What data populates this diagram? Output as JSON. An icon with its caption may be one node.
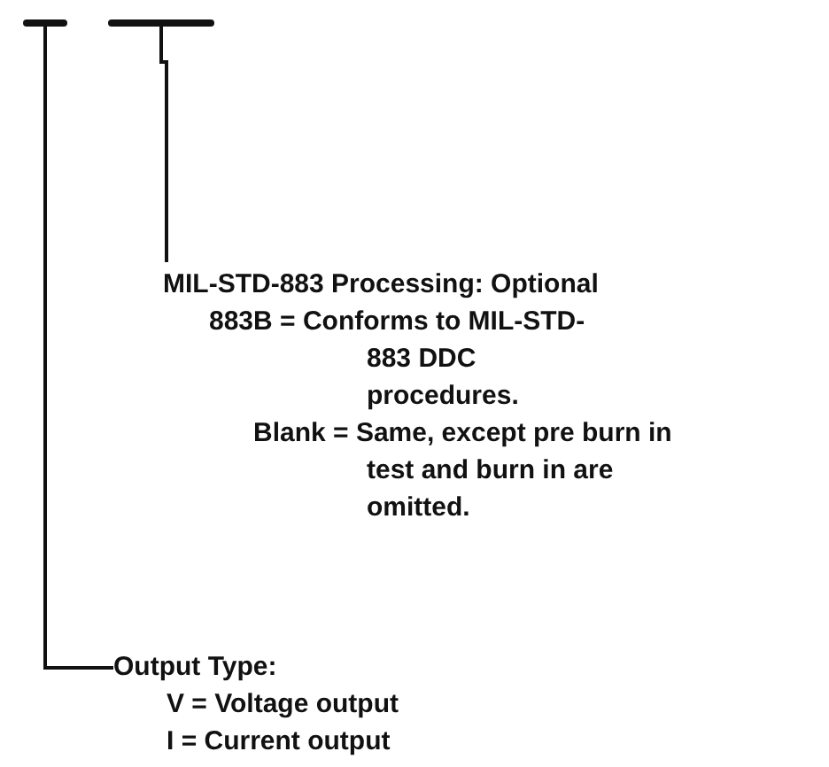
{
  "diagram": {
    "nodes": [
      {
        "text": [],
        "shape": "bar"
      },
      {
        "text": [],
        "shape": "bar"
      },
      {
        "text": [
          "MIL-STD-883 Processing: Optional",
          "883B = Conforms to MIL-STD-883 DDC procedures.",
          "Blank = Same, except pre burn in test and burn in are omitted."
        ]
      },
      {
        "text": [
          "Output Type:",
          "V = Voltage output",
          "I = Current output"
        ]
      }
    ],
    "edges": [
      {
        "from": 2,
        "to": 1,
        "arrow": "none"
      },
      {
        "from": 3,
        "to": 0,
        "arrow": "none"
      }
    ]
  }
}
